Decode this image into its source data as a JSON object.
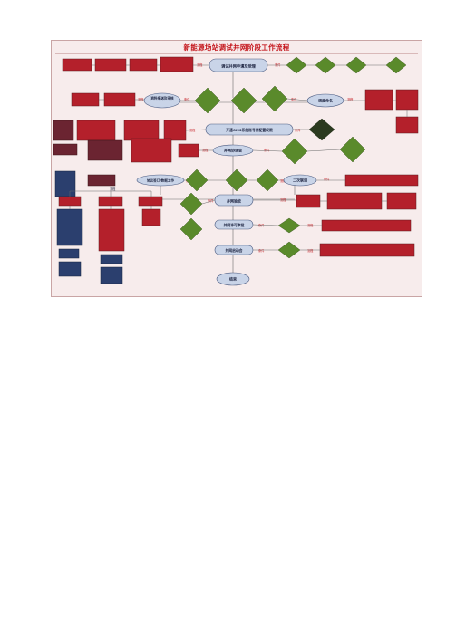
{
  "page_title": "新能源场站调试并网阶段工作流程",
  "colors": {
    "red_box": "#b4202b",
    "dark_box": "#6b2431",
    "navy_box": "#2b3f6e",
    "green_diamond": "#5a8a2b",
    "main_ellipse": "#c9d4e8",
    "accent_text": "#c4161c"
  },
  "main_steps": [
    "调试并网申请及受理",
    "资料报送及审核",
    "调度命名",
    "开通OMS系统账号并配置权限",
    "并网协调会",
    "协议签订/数据工作",
    "二次联调",
    "并网验收",
    "并网许可审批",
    "并网启动会",
    "结束"
  ],
  "connector_labels": {
    "flow": "流程",
    "condition": "条件"
  }
}
